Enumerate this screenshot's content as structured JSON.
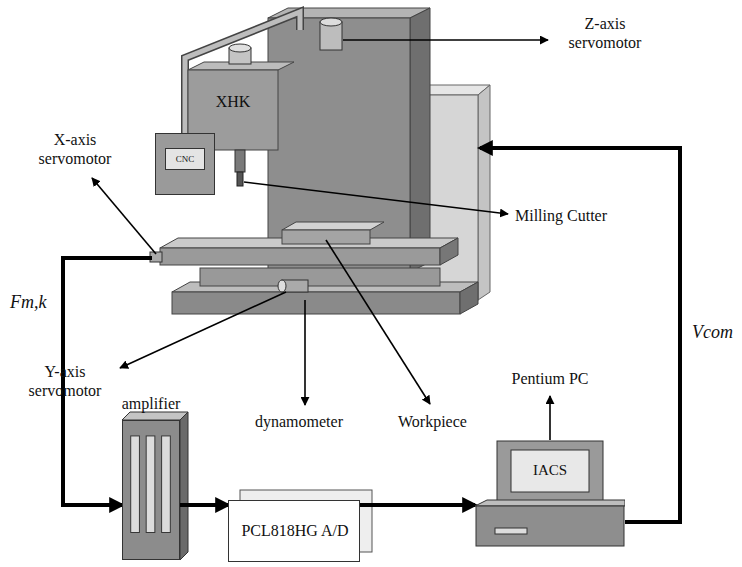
{
  "diagram": {
    "nodes": [
      {
        "text": [
          "CNC"
        ]
      },
      {
        "text": [
          "XHK"
        ]
      },
      {
        "text": [
          "amplifier"
        ]
      },
      {
        "text": [
          "PCL818HG A/D"
        ]
      },
      {
        "text": [
          "Pentium PC",
          "IACS"
        ]
      }
    ],
    "edges": [
      {
        "from": 1,
        "to": 2,
        "label": "Fm,k",
        "arrow": "to"
      },
      {
        "from": 2,
        "to": 3,
        "arrow": "to"
      },
      {
        "from": 3,
        "to": 4,
        "arrow": "to"
      },
      {
        "from": 4,
        "to": 1,
        "label": "Vcom",
        "arrow": "to"
      }
    ],
    "labels": [
      "Z-axis servomotor",
      "X-axis servomotor",
      "Milling Cutter",
      "Y-axis servomotor",
      "dynamometer",
      "Workpiece"
    ]
  }
}
